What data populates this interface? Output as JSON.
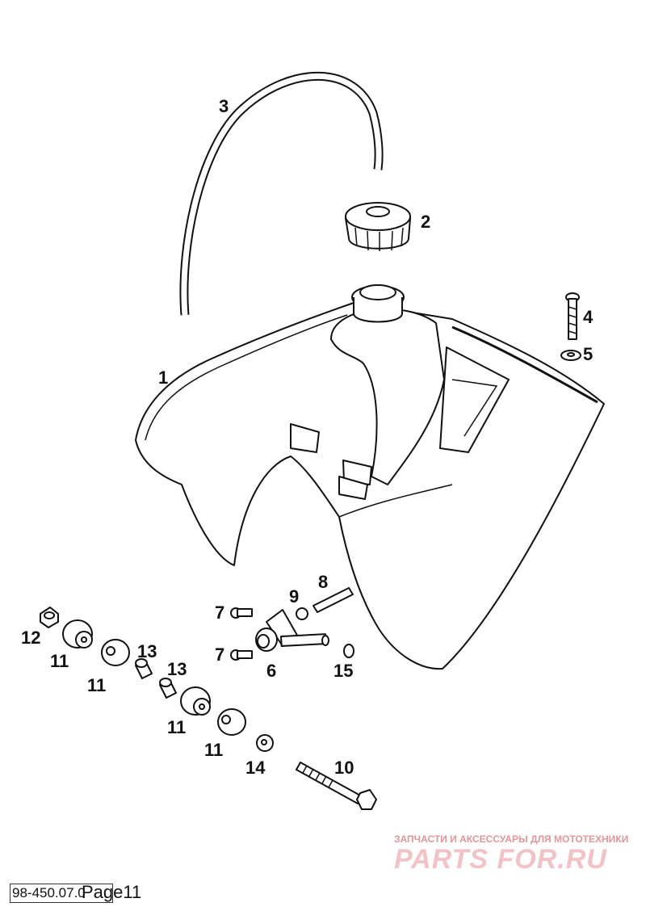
{
  "callouts": {
    "c1": "1",
    "c2": "2",
    "c3": "3",
    "c4": "4",
    "c5": "5",
    "c6": "6",
    "c7a": "7",
    "c7b": "7",
    "c8": "8",
    "c9": "9",
    "c10": "10",
    "c11a": "11",
    "c11b": "11",
    "c11c": "11",
    "c11d": "11",
    "c12": "12",
    "c13a": "13",
    "c13b": "13",
    "c14": "14",
    "c15": "15"
  },
  "watermark": {
    "tagline": "ЗАПЧАСТИ И АКСЕССУАРЫ ДЛЯ МОТОТЕХНИКИ",
    "logo": "PARTS FOR.RU"
  },
  "footer": {
    "code": "98-450.07.0",
    "page": "Page11"
  },
  "colors": {
    "line": "#111111",
    "watermark": "#e0969a"
  }
}
